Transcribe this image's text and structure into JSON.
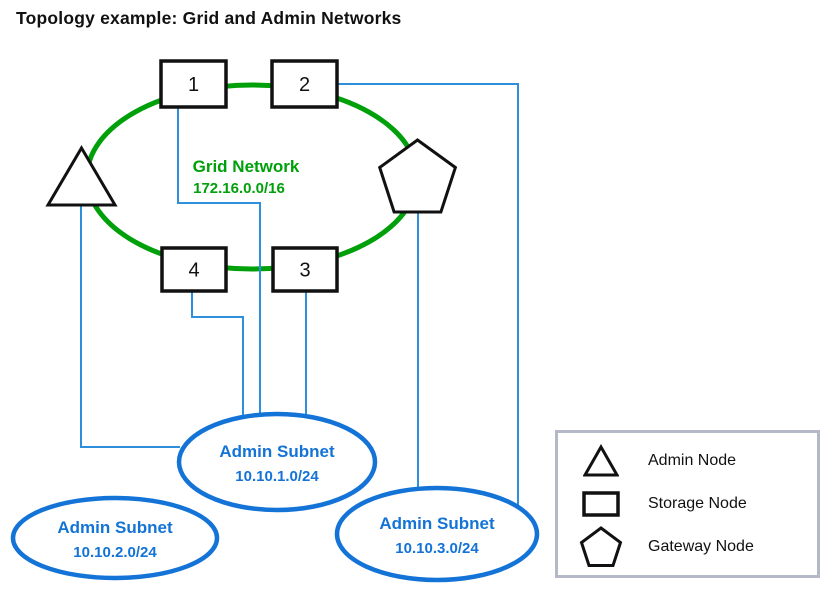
{
  "title": "Topology example: Grid and Admin Networks",
  "colors": {
    "grid_green": "#00A00A",
    "subnet_blue": "#1373D6",
    "connector_blue": "#2E8FDD",
    "shape_black": "#111111",
    "legend_border_gray": "#B3B9C6"
  },
  "grid_network": {
    "name": "Grid Network",
    "cidr": "172.16.0.0/16"
  },
  "storage_nodes": [
    {
      "label": "1"
    },
    {
      "label": "2"
    },
    {
      "label": "3"
    },
    {
      "label": "4"
    }
  ],
  "admin_subnets": [
    {
      "name": "Admin Subnet",
      "cidr": "10.10.1.0/24"
    },
    {
      "name": "Admin Subnet",
      "cidr": "10.10.2.0/24"
    },
    {
      "name": "Admin Subnet",
      "cidr": "10.10.3.0/24"
    }
  ],
  "legend": {
    "items": [
      {
        "icon": "triangle-icon",
        "label": "Admin Node"
      },
      {
        "icon": "square-icon",
        "label": "Storage Node"
      },
      {
        "icon": "pentagon-icon",
        "label": "Gateway Node"
      }
    ]
  }
}
